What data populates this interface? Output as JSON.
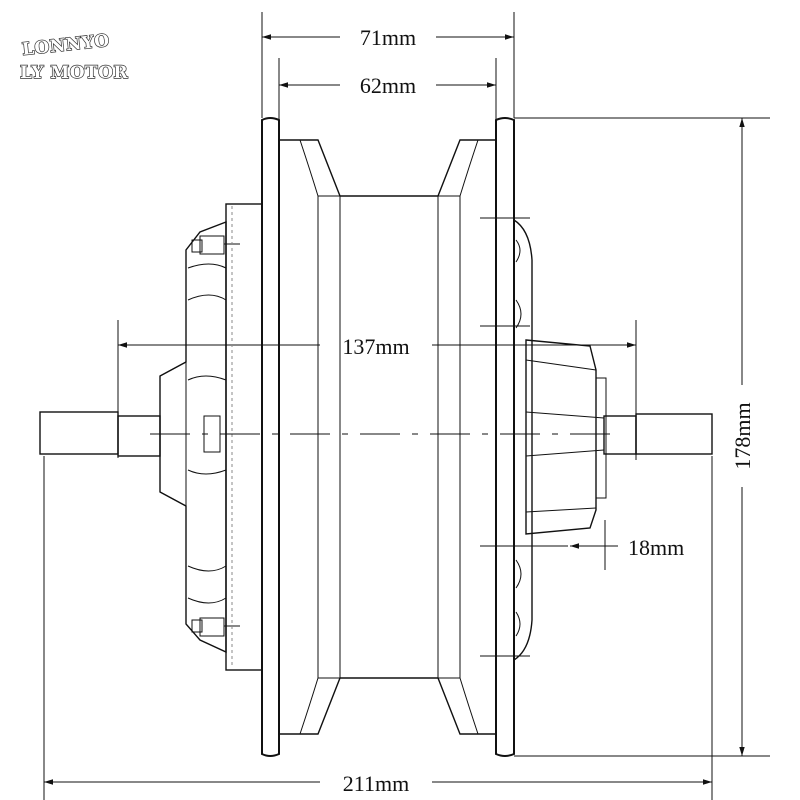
{
  "logo": {
    "line1": "LONNYO",
    "line2": "LY MOTOR"
  },
  "dimensions": {
    "width_outer": "71mm",
    "width_inner": "62mm",
    "span": "137mm",
    "diameter": "178mm",
    "offset": "18mm",
    "overall_length": "211mm"
  },
  "colors": {
    "line": "#111111",
    "background": "#ffffff"
  }
}
